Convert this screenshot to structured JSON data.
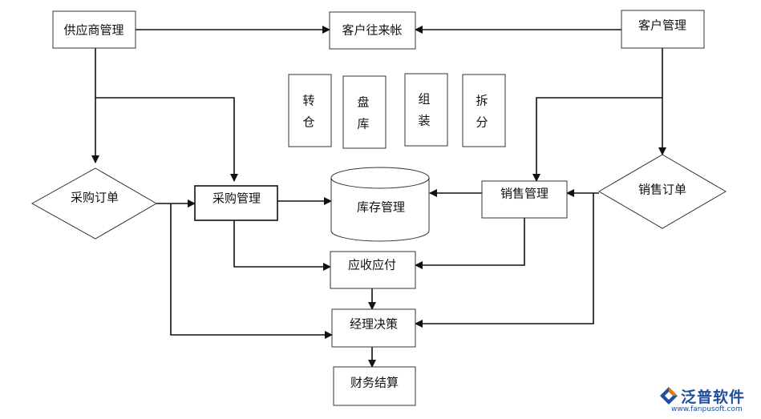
{
  "nodes": {
    "supplier_mgmt": "供应商管理",
    "customer_accounts": "客户往来帐",
    "customer_mgmt": "客户管理",
    "transfer": [
      "转",
      "仓"
    ],
    "stocktake": [
      "盘",
      "库"
    ],
    "assembly": [
      "组",
      "装"
    ],
    "disassembly": [
      "拆",
      "分"
    ],
    "purchase_order": "采购订单",
    "purchase_mgmt": "采购管理",
    "inventory_mgmt": "库存管理",
    "sales_mgmt": "销售管理",
    "sales_order": "销售订单",
    "receivable_payable": "应收应付",
    "manager_decision": "经理决策",
    "financial_settlement": "财务结算"
  },
  "logo": {
    "name": "泛普软件",
    "url": "www.fanpusoft.com"
  },
  "colors": {
    "line": "#111111",
    "brand": "#1f4e9c",
    "brand_accent": "#e07b1a"
  }
}
